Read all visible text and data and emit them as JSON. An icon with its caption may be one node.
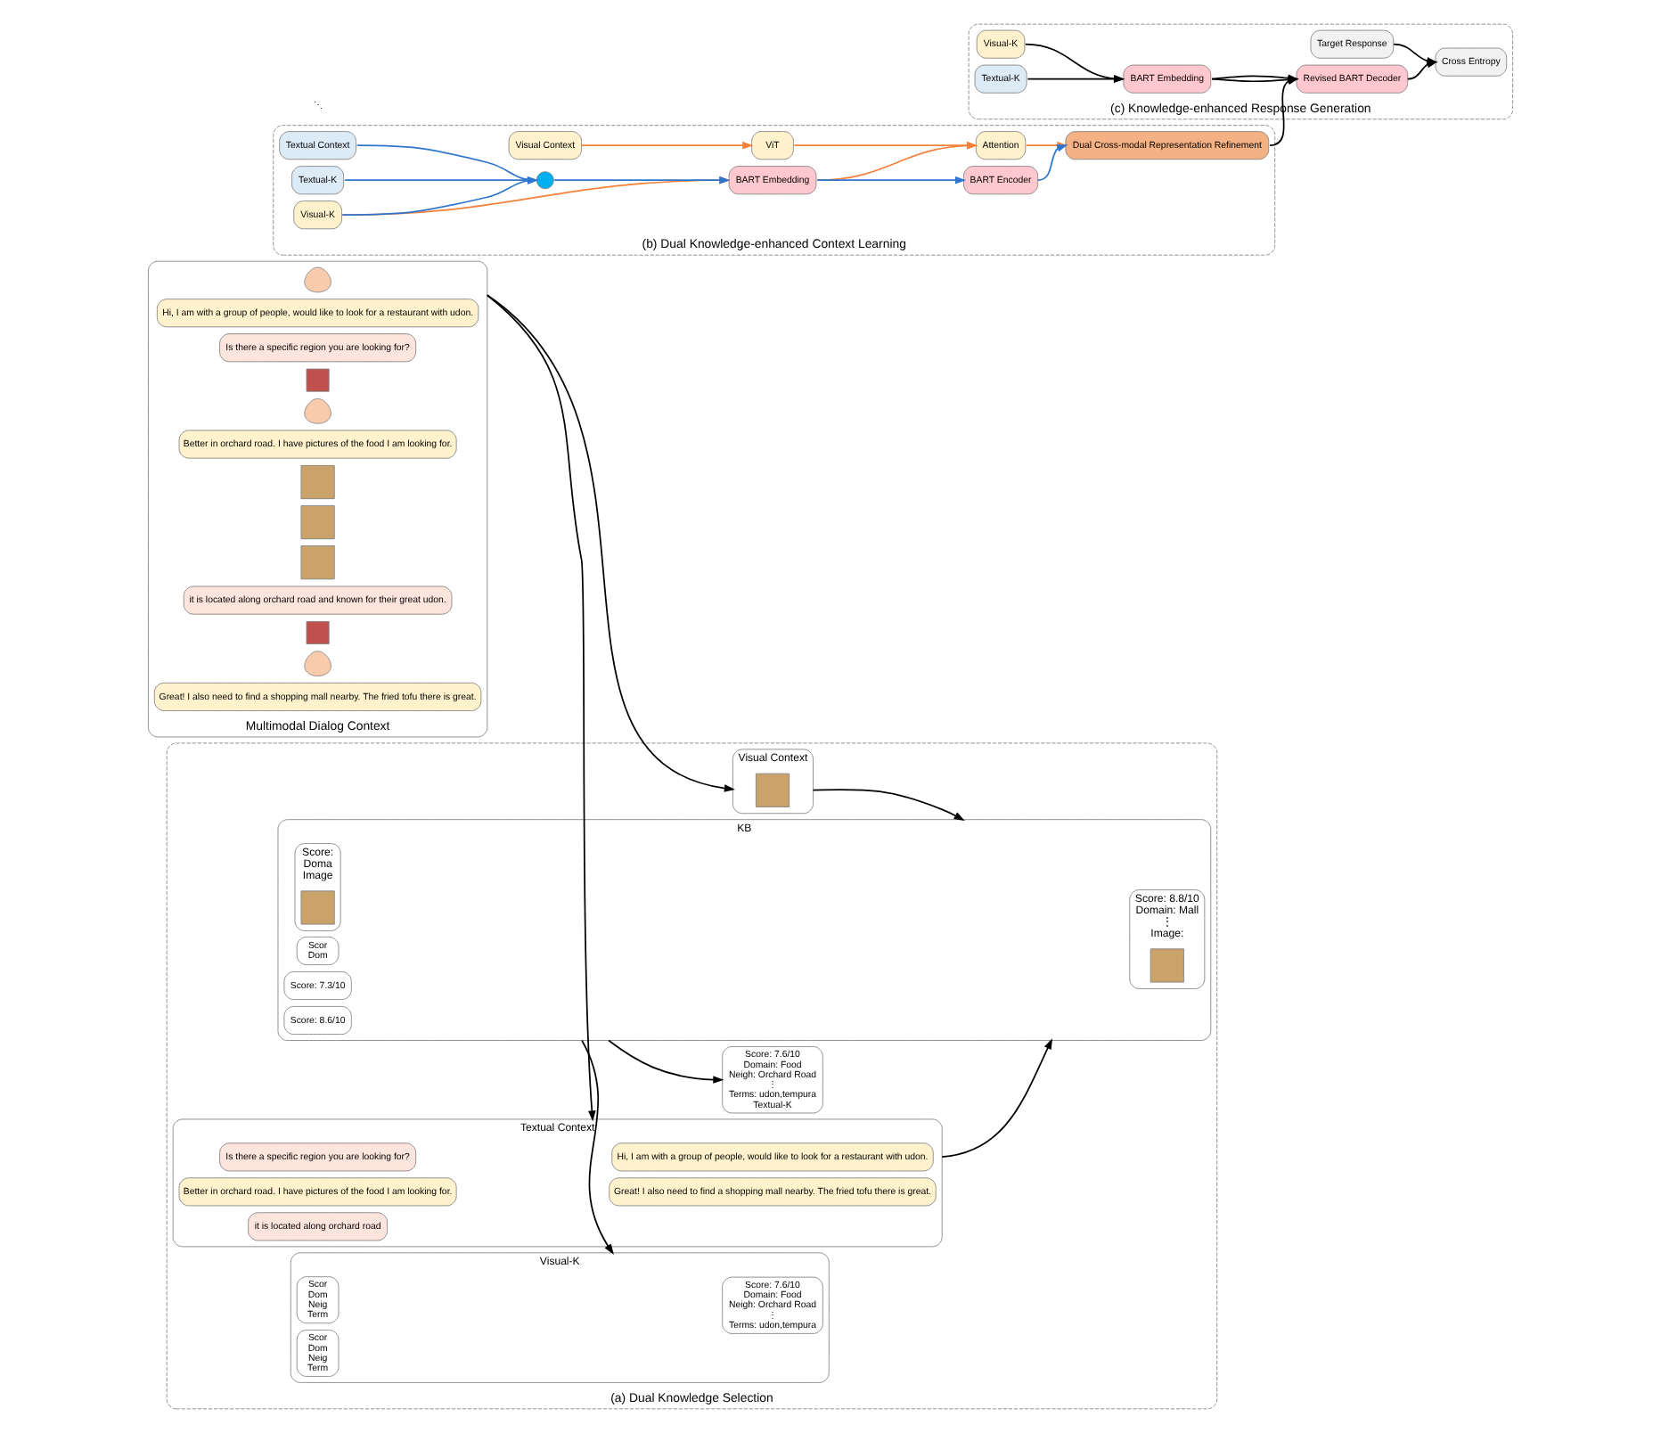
{
  "diagram": {
    "nodes": [
      {
        "text": [
          "Multimodal Dialog Context"
        ]
      },
      {
        "text": [],
        "shape": "person",
        "in": 0
      },
      {
        "text": [
          "Hi, I am with a group of people, would like to look for a restaurant with udon."
        ],
        "in": 0
      },
      {
        "text": [
          "Is there a specific region you are looking for?"
        ],
        "in": 0
      },
      {
        "text": [],
        "shape": "robot",
        "in": 0
      },
      {
        "text": [],
        "shape": "person",
        "in": 0
      },
      {
        "text": [
          "Better in orchard road. I have pictures of the food I am looking for."
        ],
        "in": 0
      },
      {
        "text": [],
        "shape": "box",
        "in": 0
      },
      {
        "text": [],
        "shape": "box",
        "in": 0
      },
      {
        "text": [],
        "shape": "box",
        "in": 0
      },
      {
        "text": [
          "it is located along orchard road and known for their great udon."
        ],
        "in": 0
      },
      {
        "text": [],
        "shape": "robot",
        "in": 0
      },
      {
        "text": [],
        "shape": "person",
        "in": 0
      },
      {
        "text": [
          "Great! I also need to find a shopping mall nearby. The fried tofu there is great."
        ],
        "in": 0
      },
      {
        "text": [
          "(a) Dual Knowledge Selection"
        ]
      },
      {
        "text": [
          "Visual Context"
        ],
        "in": 14
      },
      {
        "text": [],
        "shape": "box",
        "in": 15
      },
      {
        "text": [
          "KB"
        ],
        "in": 14
      },
      {
        "text": [
          "Scor",
          "Dom"
        ],
        "in": 17
      },
      {
        "text": [
          "Score: 7.3/10"
        ],
        "in": 17
      },
      {
        "text": [
          "Score: 8.6/10"
        ],
        "in": 17
      },
      {
        "text": [
          "Score:",
          "Doma",
          "Image"
        ],
        "in": 17
      },
      {
        "text": [],
        "shape": "box",
        "in": 21
      },
      {
        "text": [
          "Score: 8.8/10",
          "Domain: Mall",
          "⋮",
          "Image:"
        ],
        "in": 17
      },
      {
        "text": [],
        "shape": "box",
        "in": 23
      },
      {
        "text": [
          "Textual Context"
        ],
        "in": 14
      },
      {
        "text": [
          "Hi, I am with a group of people, would like to look for a restaurant with udon."
        ],
        "in": 25
      },
      {
        "text": [
          "Is there a specific region you are looking for?"
        ],
        "in": 25
      },
      {
        "text": [
          "Better in orchard road. I have pictures of the food I am looking for."
        ],
        "in": 25
      },
      {
        "text": [
          "it is located along orchard road"
        ],
        "in": 25
      },
      {
        "text": [
          "Great! I also need to find a shopping mall nearby. The fried tofu there is great."
        ],
        "in": 25
      },
      {
        "text": [
          "Visual-K"
        ],
        "in": 14
      },
      {
        "text": [
          "Scor",
          "Dom",
          "Neig",
          "Term"
        ],
        "in": 31
      },
      {
        "text": [
          "Scor",
          "Dom",
          "Neig",
          "Term"
        ],
        "in": 31
      },
      {
        "text": [
          "Score: 7.6/10",
          "Domain: Food",
          "Neigh: Orchard Road",
          "⋮",
          "Terms: udon,tempura"
        ],
        "in": 31
      },
      {
        "text": [
          "Score: 7.6/10",
          "Domain: Food",
          "Neigh: Orchard Road",
          "⋮",
          "Terms: udon,tempura",
          "Textual-K"
        ],
        "in": 14
      },
      {
        "text": [
          "(b) Dual Knowledge-enhanced Context Learning"
        ]
      },
      {
        "text": [
          "Visual Context"
        ],
        "in": 36
      },
      {
        "text": [
          "ViT"
        ],
        "in": 36
      },
      {
        "text": [
          "Attention"
        ],
        "in": 36
      },
      {
        "text": [
          "Dual Cross-modal Representation Refinement"
        ],
        "in": 36
      },
      {
        "text": [
          "Visual-K"
        ],
        "in": 36
      },
      {
        "text": [
          "BART Embedding"
        ],
        "in": 36
      },
      {
        "text": [
          "BART Encoder"
        ],
        "in": 36
      },
      {
        "text": [
          "Textual-K"
        ],
        "in": 36
      },
      {
        "text": [
          "Textual Context"
        ],
        "in": 36
      },
      {
        "text": [],
        "shape": "circle",
        "in": 36
      },
      {
        "text": [
          "(c) Knowledge-enhanced Response Generation"
        ]
      },
      {
        "text": [
          "Revised BART Decoder"
        ],
        "in": 47
      },
      {
        "text": [
          "Visual-K"
        ],
        "in": 47
      },
      {
        "text": [
          "BART Embedding"
        ],
        "in": 47
      },
      {
        "text": [
          "Cross Entropy"
        ],
        "in": 47
      },
      {
        "text": [
          "Target Response"
        ],
        "in": 47
      },
      {
        "text": [
          "Textual-K"
        ],
        "in": 47
      }
    ],
    "edges": [
      {
        "from": 0,
        "to": 15,
        "arrow": "to"
      },
      {
        "from": 0,
        "to": 25,
        "arrow": "to"
      },
      {
        "from": 15,
        "to": 17,
        "arrow": "to"
      },
      {
        "from": 25,
        "to": 17,
        "arrow": "to"
      },
      {
        "from": 17,
        "to": 31,
        "arrow": "to"
      },
      {
        "from": 17,
        "to": 35,
        "arrow": "to"
      },
      {
        "from": 37,
        "to": 38,
        "arrow": "to",
        "color": "#f5813a"
      },
      {
        "from": 38,
        "to": 39,
        "arrow": "to",
        "color": "#f5813a"
      },
      {
        "from": 41,
        "to": 42,
        "arrow": "to",
        "color": "#f5813a"
      },
      {
        "from": 41,
        "to": 46,
        "arrow": "to",
        "color": "#2e75d0"
      },
      {
        "from": 44,
        "to": 46,
        "arrow": "to",
        "color": "#2e75d0"
      },
      {
        "from": 45,
        "to": 46,
        "arrow": "none",
        "color": "#2e75d0"
      },
      {
        "from": 46,
        "to": 42,
        "arrow": "to",
        "color": "#2e75d0"
      },
      {
        "from": 42,
        "to": 39,
        "arrow": "to",
        "color": "#f5813a"
      },
      {
        "from": 39,
        "to": 40,
        "arrow": "to",
        "color": "#f5813a"
      },
      {
        "from": 42,
        "to": 43,
        "arrow": "to",
        "color": "#2e75d0"
      },
      {
        "from": 43,
        "to": 40,
        "arrow": "to",
        "color": "#2e75d0"
      },
      {
        "from": 40,
        "to": 48,
        "arrow": "to"
      },
      {
        "from": 49,
        "to": 50,
        "arrow": "to"
      },
      {
        "from": 53,
        "to": 50,
        "arrow": "to"
      },
      {
        "from": 50,
        "to": 48,
        "arrow": "to"
      },
      {
        "from": 50,
        "to": 48,
        "arrow": "to"
      },
      {
        "from": 48,
        "to": 51,
        "arrow": "to"
      },
      {
        "from": 52,
        "to": 51,
        "arrow": "to"
      }
    ],
    "labels": [
      "⋱"
    ]
  }
}
